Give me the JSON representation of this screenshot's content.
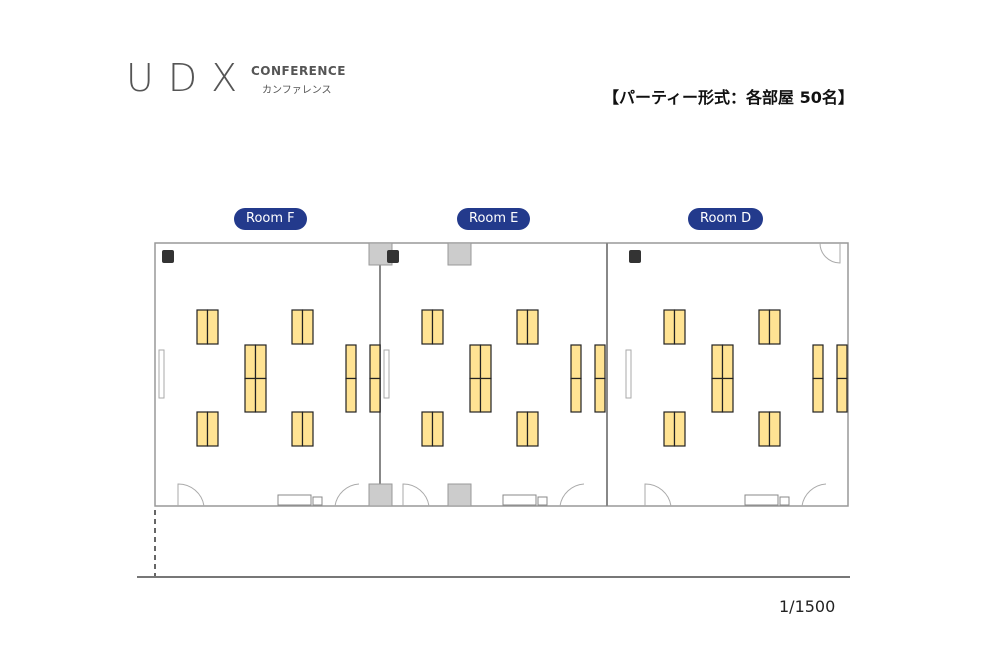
{
  "logo": {
    "brand": "UDX",
    "sub": "CONFERENCE",
    "sub_kana": "カンファレンス"
  },
  "layout_title": "【パーティー形式：各部屋 50名】",
  "rooms": [
    {
      "label": "Room F"
    },
    {
      "label": "Room E"
    },
    {
      "label": "Room D"
    }
  ],
  "scale": "1/1500",
  "colors": {
    "table": "#ffe393",
    "label_bg": "#233a8c",
    "wall": "#888888"
  }
}
